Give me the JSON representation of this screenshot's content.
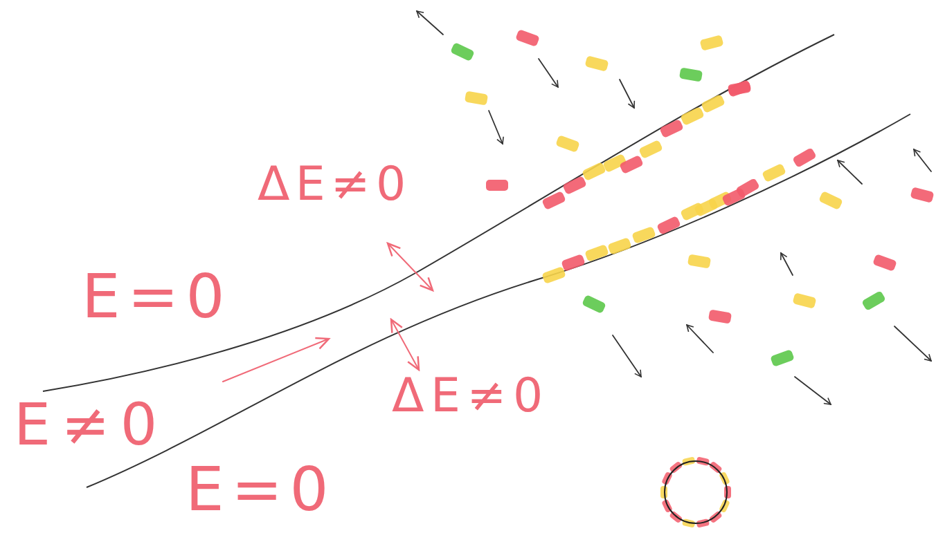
{
  "diagram": {
    "labels": [
      "ΔE≠0",
      "E=0",
      "E≠0",
      "ΔE≠0",
      "E=0"
    ]
  }
}
